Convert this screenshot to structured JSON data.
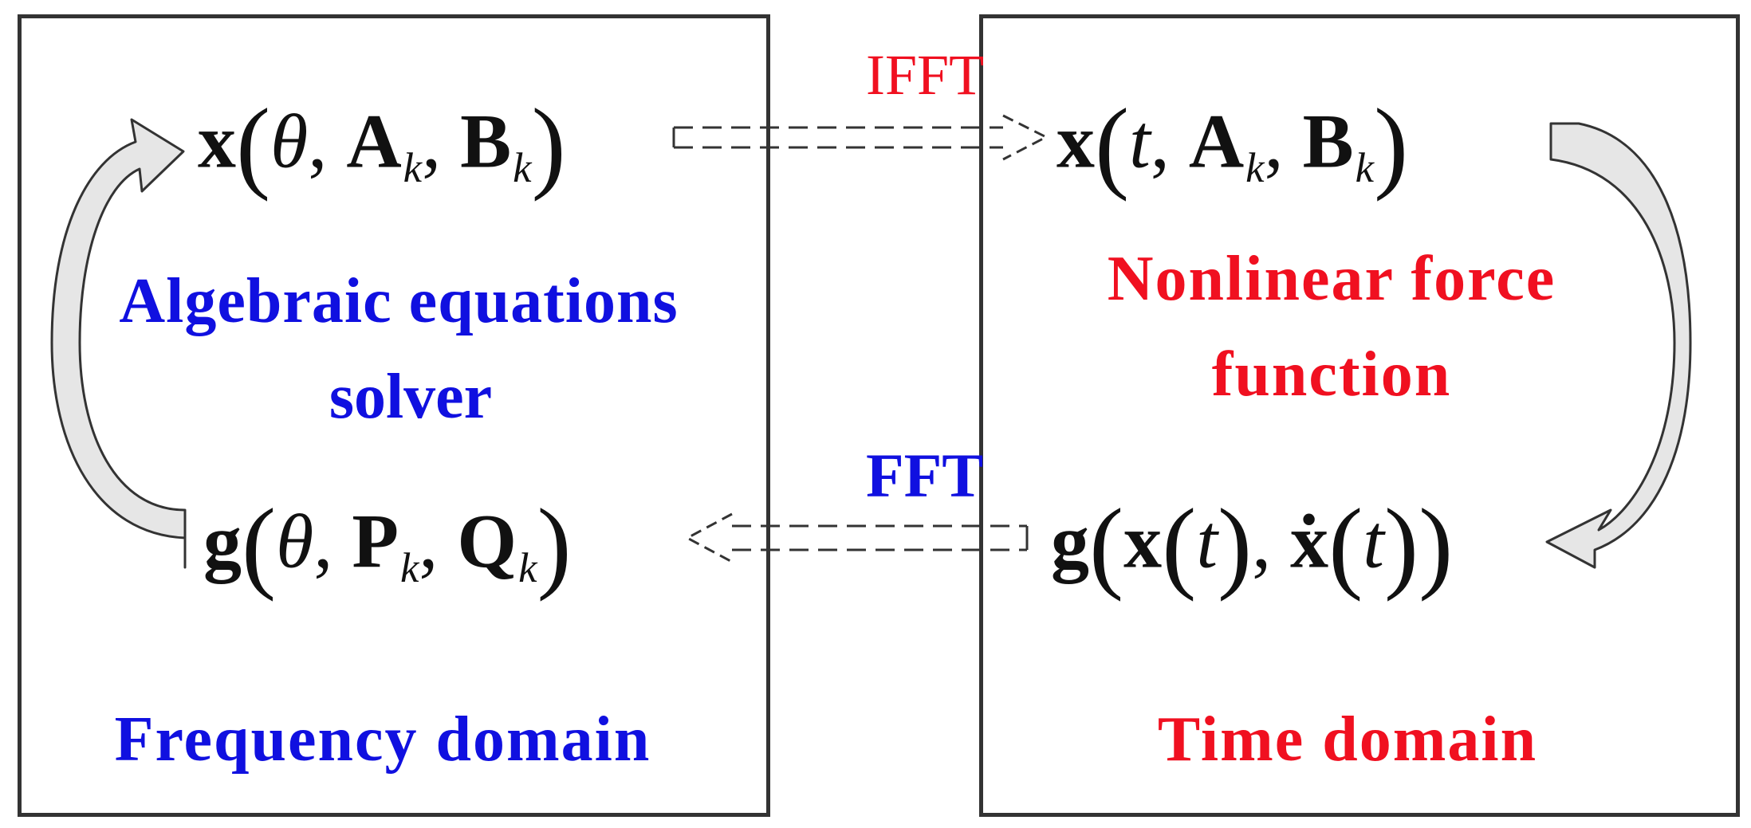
{
  "frequency_box": {
    "solver_line1": "Algebraic equations",
    "solver_line2": "solver",
    "domain_label": "Frequency domain",
    "x_expr": {
      "func": "x",
      "arg1": "θ",
      "arg2": "A",
      "sub2": "k",
      "arg3": "B",
      "sub3": "k"
    },
    "g_expr": {
      "func": "g",
      "arg1": "θ",
      "arg2": "P",
      "sub2": "k",
      "arg3": "Q",
      "sub3": "k"
    }
  },
  "time_box": {
    "force_line1": "Nonlinear force",
    "force_line2": "function",
    "domain_label": "Time domain",
    "x_expr": {
      "func": "x",
      "arg1": "t",
      "arg2": "A",
      "sub2": "k",
      "arg3": "B",
      "sub3": "k"
    },
    "g_expr": {
      "func": "g",
      "inner1": "x",
      "t1": "t",
      "inner2": "ẋ",
      "t2": "t"
    }
  },
  "transforms": {
    "ifft": "IFFT",
    "fft": "FFT"
  },
  "colors": {
    "blue": "#1010e0",
    "red": "#f01020",
    "border": "#333333",
    "arrow_fill": "#e6e6e6"
  }
}
